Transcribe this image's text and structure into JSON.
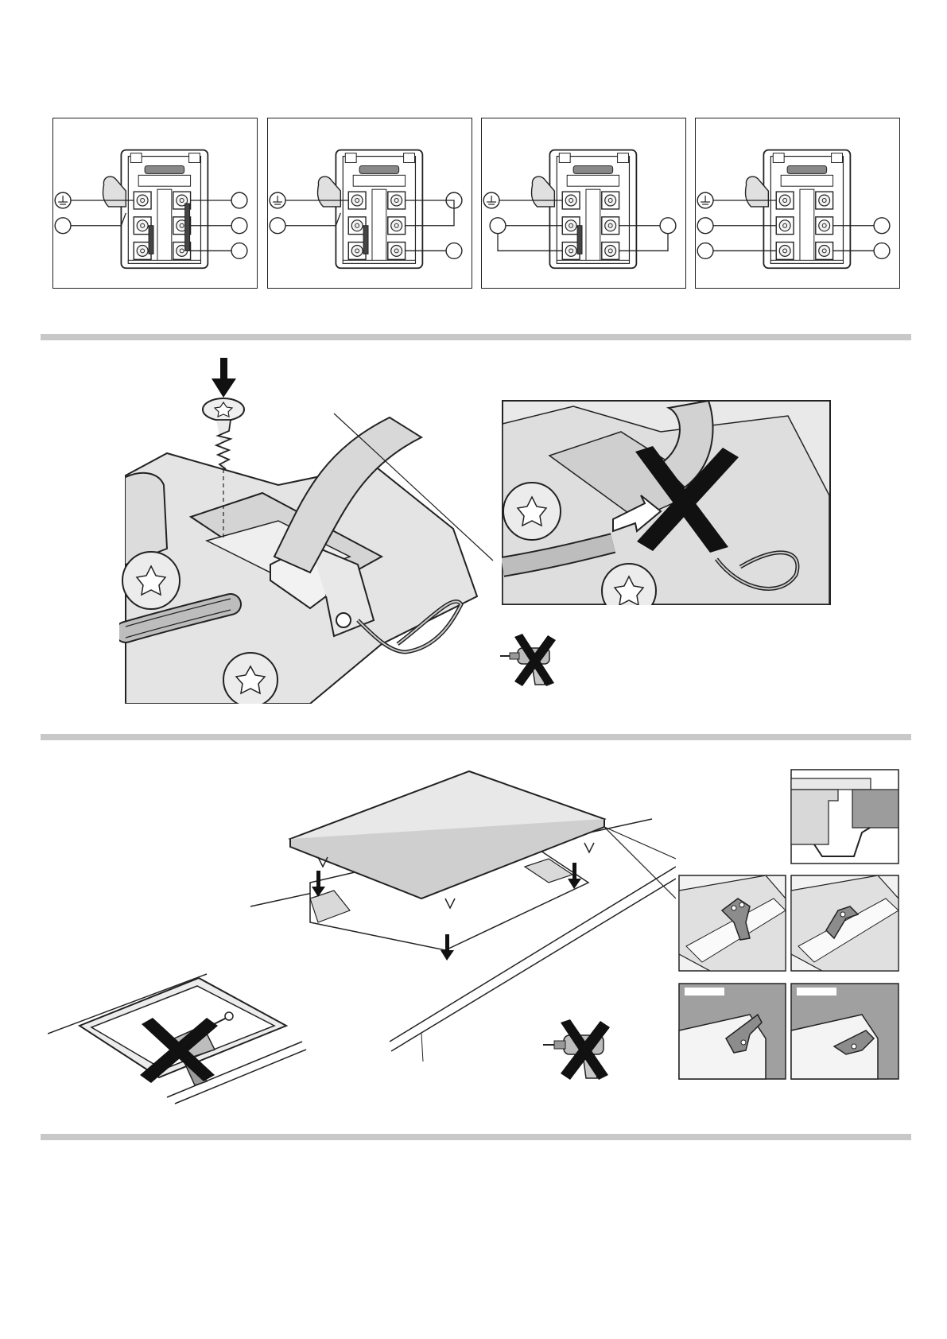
{
  "page": {
    "background": "#ffffff",
    "line_color": "#1a1a1a",
    "panel_fill": "#e6e6e6",
    "divider_color": "#c8c8c8"
  },
  "sections": {
    "wiring": {
      "panels": [
        {
          "variant": "single-phase",
          "icon": "earth-symbol-icon"
        },
        {
          "variant": "two-phase-bridged",
          "icon": "earth-symbol-icon"
        },
        {
          "variant": "two-phase-split",
          "icon": "earth-symbol-icon"
        },
        {
          "variant": "three-phase",
          "icon": "earth-symbol-icon"
        }
      ]
    },
    "cable_clamp": {
      "icons": [
        "screw-icon",
        "down-arrow-icon",
        "cross-mark-icon",
        "no-power-drill-icon"
      ]
    },
    "hob_install": {
      "icons": [
        "hob-panel-icon",
        "down-arrow-icon",
        "bracket-clip-icon",
        "no-sealant-gun-icon",
        "no-power-drill-icon"
      ]
    }
  }
}
